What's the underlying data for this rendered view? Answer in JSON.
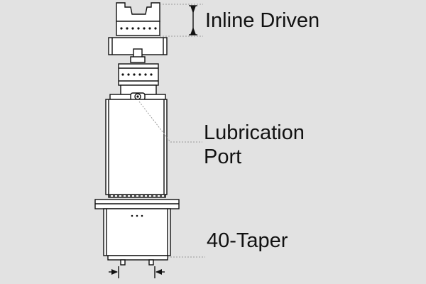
{
  "labels": {
    "inline_driven": "Inline Driven",
    "lubrication_port_line1": "Lubrication",
    "lubrication_port_line2": "Port",
    "taper": "40-Taper"
  },
  "colors": {
    "background": "#e2e2e2",
    "body_fill": "#ffffff",
    "outline": "#111111",
    "leader": "#9a9a9a"
  }
}
